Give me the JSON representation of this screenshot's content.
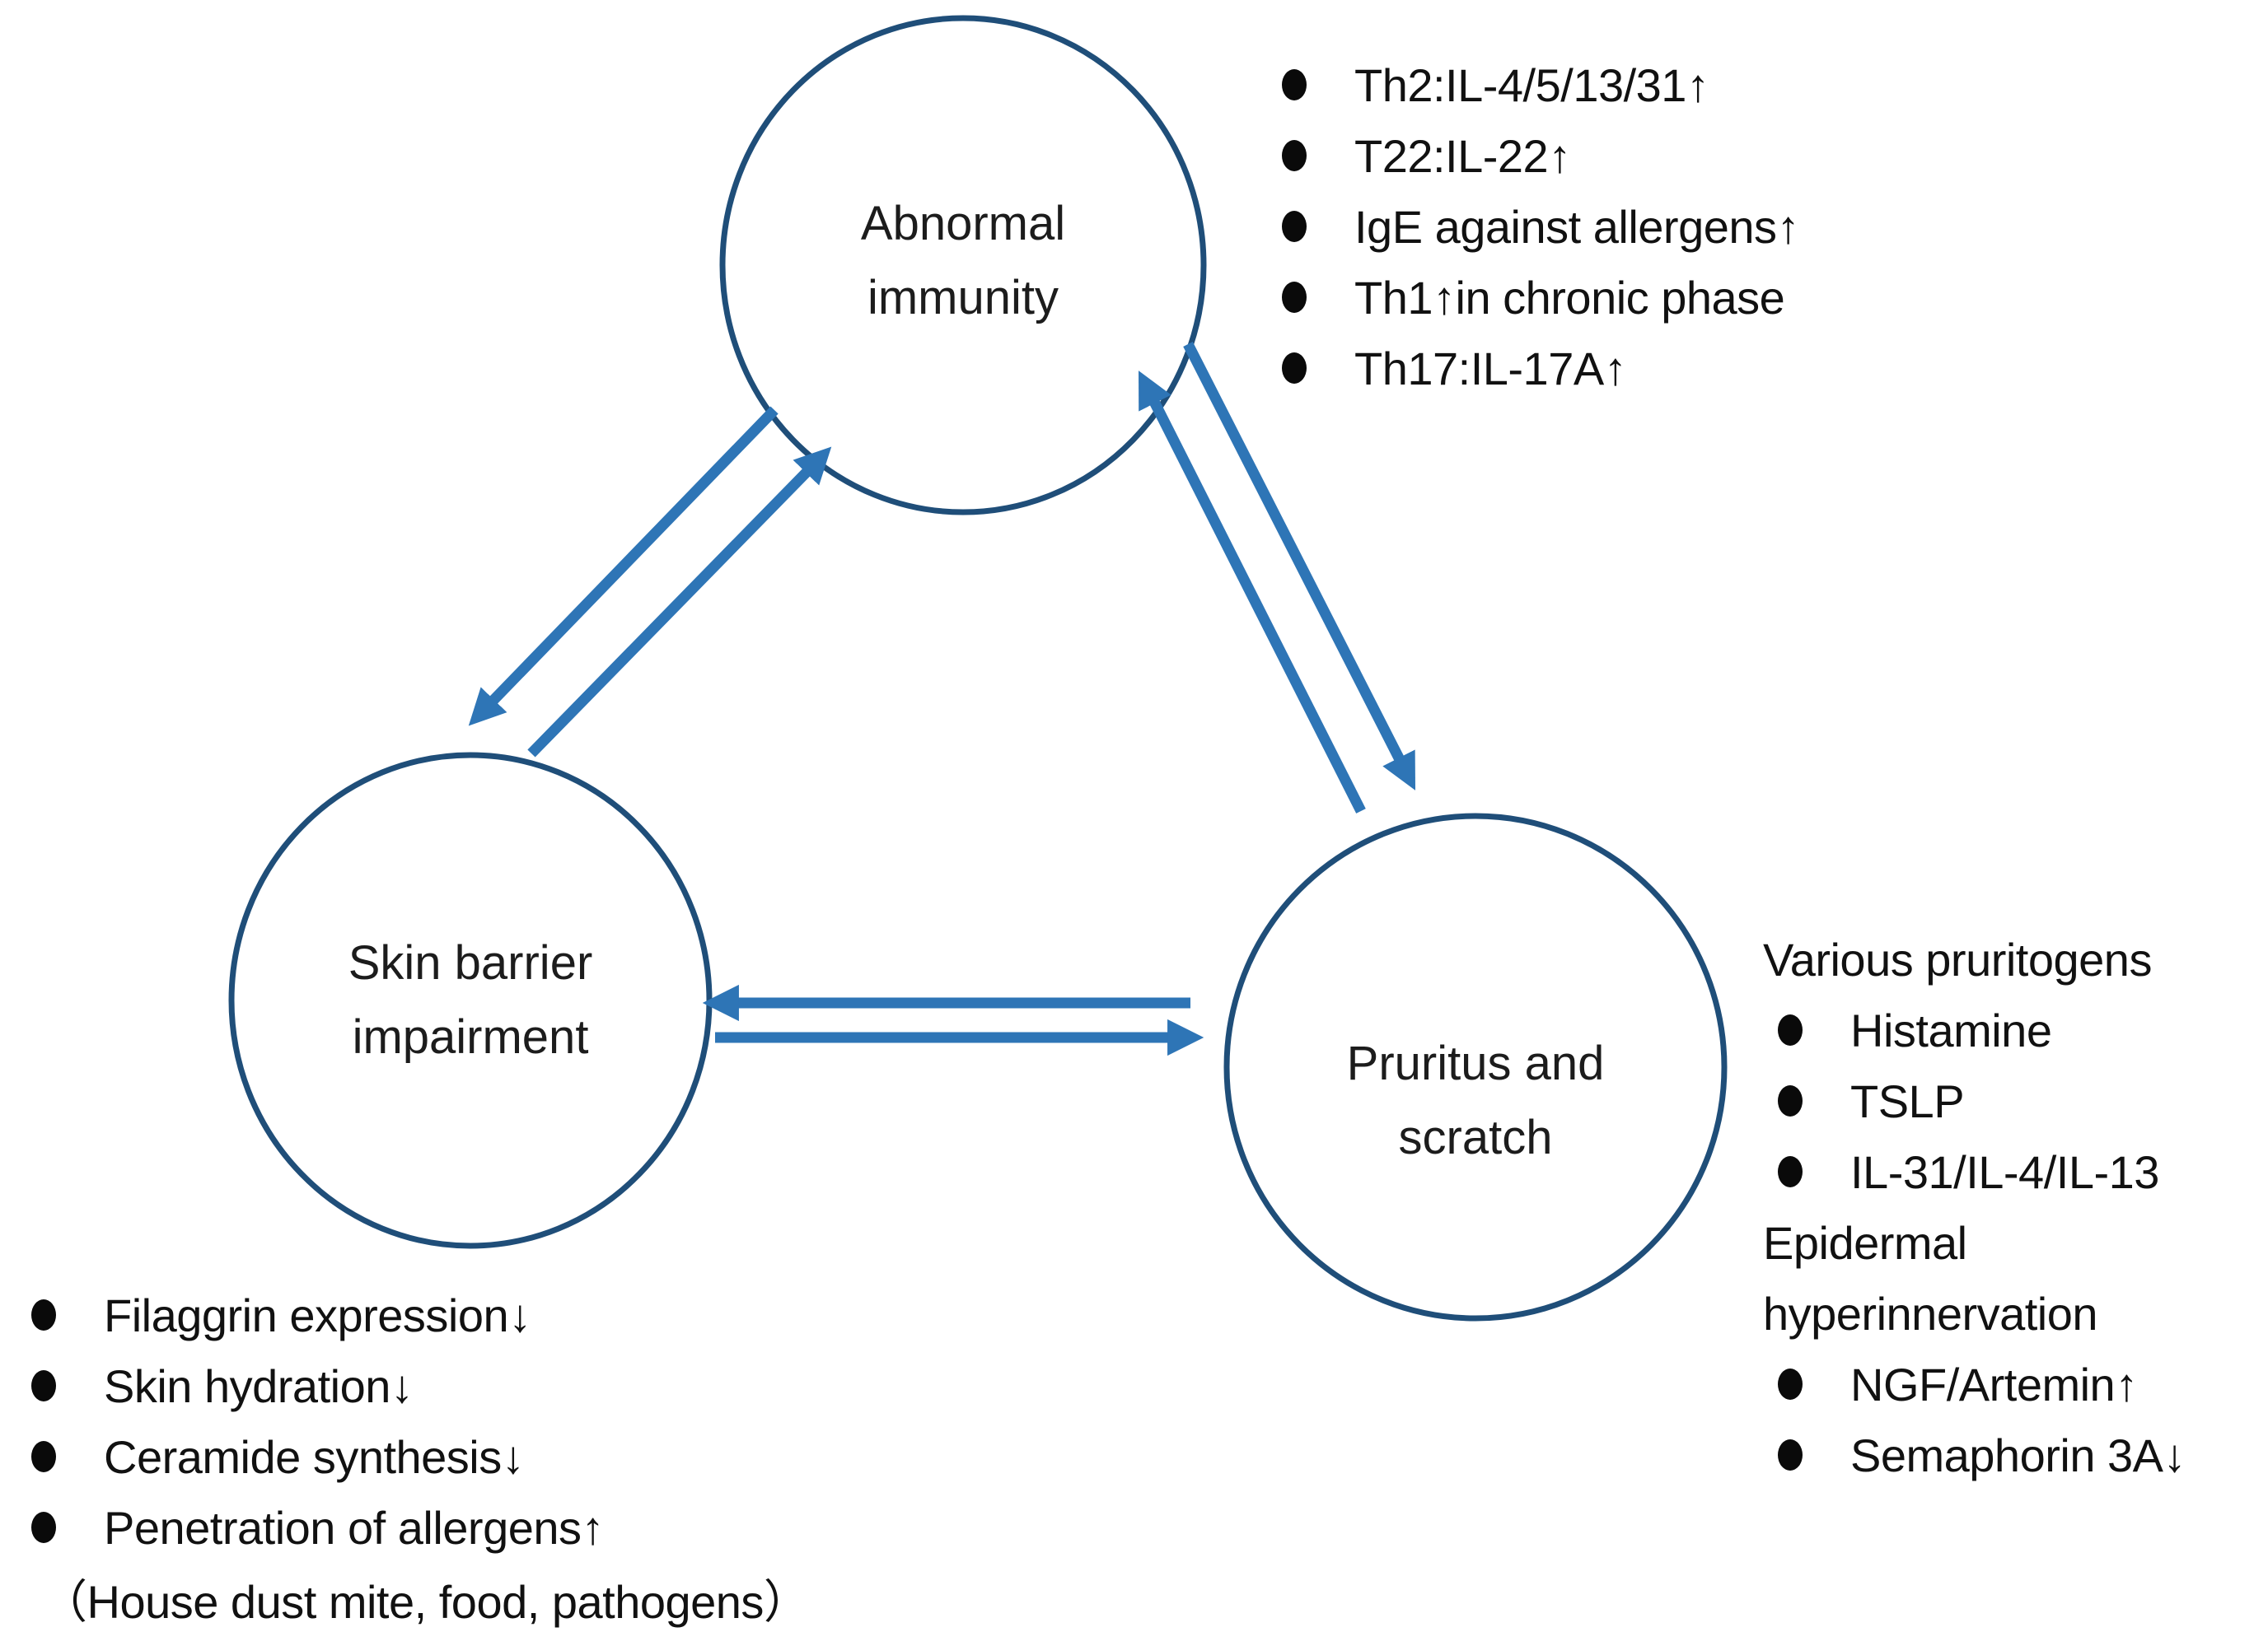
{
  "colors": {
    "circle_stroke": "#1F4E79",
    "arrow": "#2E75B6",
    "text": "#1c1c1c",
    "background": "#ffffff"
  },
  "nodes": {
    "abnormal_immunity": {
      "lines": [
        "Abnormal",
        "immunity"
      ]
    },
    "skin_barrier": {
      "lines": [
        "Skin barrier",
        "impairment"
      ]
    },
    "pruritus": {
      "lines": [
        "Pruritus and",
        "scratch"
      ]
    }
  },
  "lists": {
    "immunity_factors": {
      "items": [
        "Th2:IL-4/5/13/31↑",
        "T22:IL-22↑",
        "IgE against allergens↑",
        "Th1↑in chronic phase",
        "Th17:IL-17A↑"
      ]
    },
    "barrier_factors": {
      "items": [
        "Filaggrin expression↓",
        "Skin hydration↓",
        "Ceramide synthesis↓",
        "Penetration of allergens↑"
      ],
      "note": "（House dust mite, food, pathogens）"
    },
    "pruritus_factors": {
      "header1": "Various pruritogens",
      "group1_items": [
        "Histamine",
        "TSLP",
        "IL-31/IL-4/IL-13"
      ],
      "header2_lines": [
        "Epidermal",
        "hyperinnervation"
      ],
      "group2_items": [
        "NGF/Artemin↑",
        "Semaphorin 3A↓"
      ]
    }
  }
}
